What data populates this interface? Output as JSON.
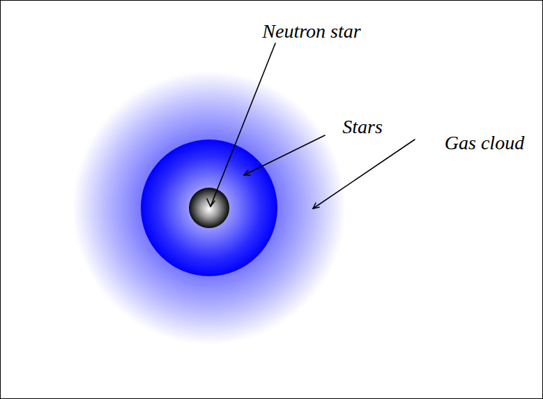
{
  "diagram": {
    "labels": [
      "Neutron star",
      "Stars",
      "Gas cloud"
    ]
  }
}
